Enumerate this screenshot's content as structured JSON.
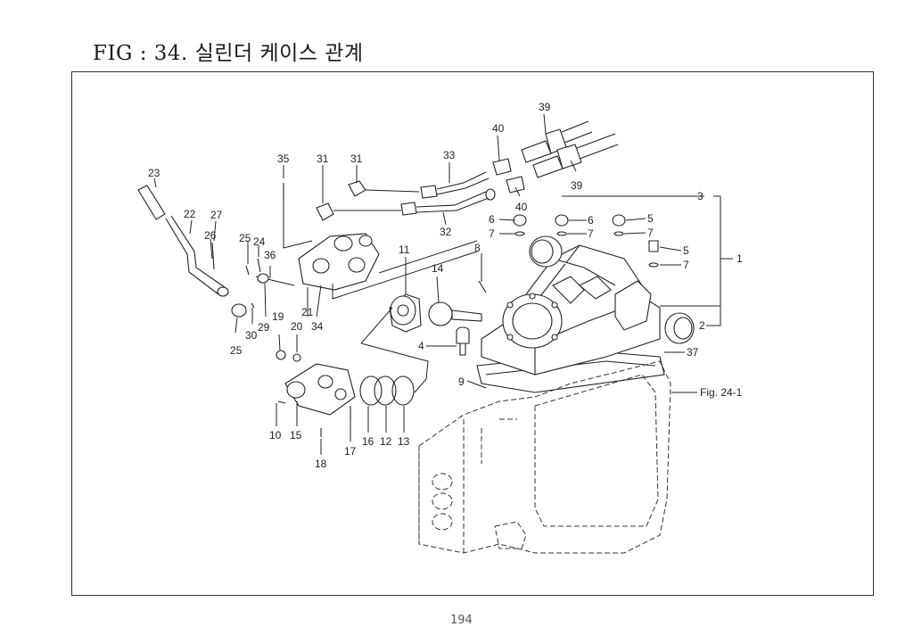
{
  "figure": {
    "title": "FIG : 34. 실린더 케이스 관계",
    "page_number": "194"
  },
  "callouts": {
    "c1": "1",
    "c2": "2",
    "c3": "3",
    "c4": "4",
    "c5a": "5",
    "c5b": "5",
    "c6a": "6",
    "c6b": "6",
    "c7a": "7",
    "c7b": "7",
    "c7c": "7",
    "c7d": "7",
    "c8": "8",
    "c9": "9",
    "c10": "10",
    "c11": "11",
    "c12": "12",
    "c13": "13",
    "c14": "14",
    "c15": "15",
    "c16": "16",
    "c17": "17",
    "c18": "18",
    "c19": "19",
    "c20": "20",
    "c21": "21",
    "c22": "22",
    "c23": "23",
    "c24": "24",
    "c25a": "25",
    "c25b": "25",
    "c26": "26",
    "c27": "27",
    "c29": "29",
    "c30": "30",
    "c31a": "31",
    "c31b": "31",
    "c32": "32",
    "c33": "33",
    "c34": "34",
    "c35": "35",
    "c36": "36",
    "c37": "37",
    "c39a": "39",
    "c39b": "39",
    "c40a": "40",
    "c40b": "40",
    "ref": "Fig. 24-1"
  }
}
